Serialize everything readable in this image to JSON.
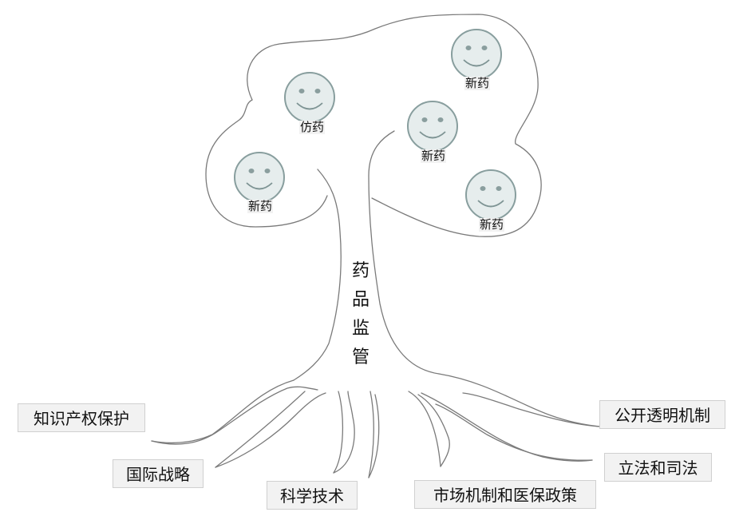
{
  "faces": [
    {
      "id": "face-1",
      "label": "仿药"
    },
    {
      "id": "face-2",
      "label": "新药"
    },
    {
      "id": "face-3",
      "label": "新药"
    },
    {
      "id": "face-4",
      "label": "新药"
    },
    {
      "id": "face-5",
      "label": "新药"
    }
  ],
  "trunk": {
    "chars": [
      "药",
      "品",
      "监",
      "管"
    ]
  },
  "roots": [
    {
      "label": "知识产权保护"
    },
    {
      "label": "国际战略"
    },
    {
      "label": "科学技术"
    },
    {
      "label": "市场机制和医保政策"
    },
    {
      "label": "公开透明机制"
    },
    {
      "label": "立法和司法"
    }
  ],
  "colors": {
    "outline": "#7a7a7a",
    "face_fill": "#e6eded",
    "face_stroke": "#889e9e",
    "box_fill": "#f2f2f2"
  }
}
